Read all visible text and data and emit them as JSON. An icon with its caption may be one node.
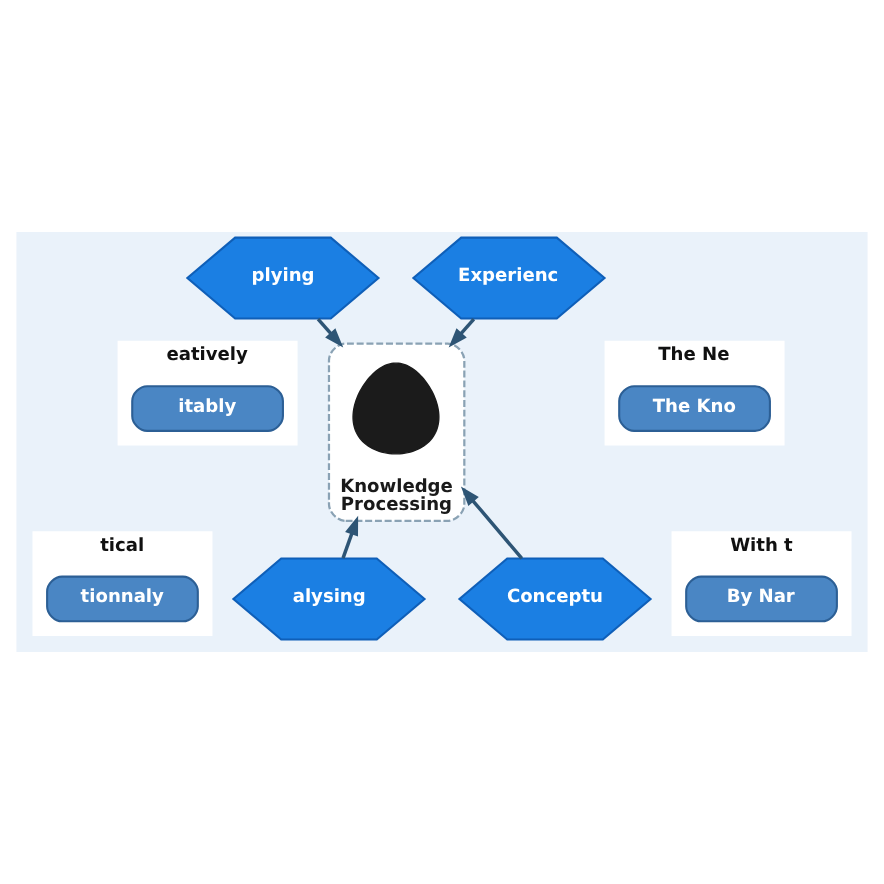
{
  "diagram": {
    "nodes": [
      {
        "text": [
          "plying"
        ]
      },
      {
        "text": [
          "eatively"
        ]
      },
      {
        "text": [
          "itably"
        ],
        "in": 1
      },
      {
        "text": [
          "Experienc"
        ]
      },
      {
        "text": [
          "The Ne"
        ]
      },
      {
        "text": [
          "The Kno"
        ],
        "in": 4
      },
      {
        "text": [
          "Knowledge Processing"
        ]
      },
      {
        "text": [],
        "shape": "picture",
        "in": 6
      },
      {
        "text": [
          "alysing"
        ]
      },
      {
        "text": [
          "tical"
        ]
      },
      {
        "text": [
          "tionnaly"
        ],
        "in": 9
      },
      {
        "text": [
          "Conceptu"
        ]
      },
      {
        "text": [
          "With t"
        ]
      },
      {
        "text": [
          "By Nar"
        ],
        "in": 12
      }
    ],
    "edges": [
      {
        "from": 0,
        "to": 6,
        "arrow": "to"
      },
      {
        "from": 3,
        "to": 6,
        "arrow": "to"
      },
      {
        "from": 8,
        "to": 6,
        "arrow": "to"
      },
      {
        "from": 11,
        "to": 6,
        "arrow": "to"
      }
    ]
  }
}
